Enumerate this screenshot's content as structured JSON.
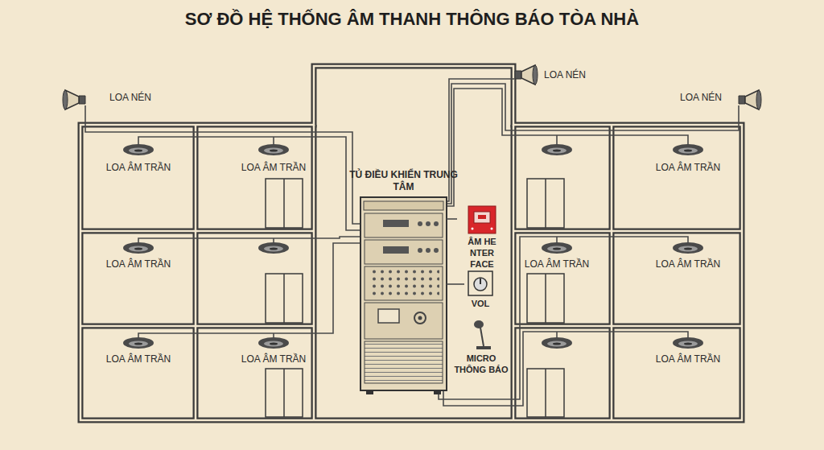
{
  "diagram": {
    "title": "SƠ ĐỒ HỆ THỐNG ÂM THANH THÔNG BÁO TÒA NHÀ",
    "nodes": [
      {
        "text": [
          "TỦ ĐIỀU KHIỂN TRUNG TÂM"
        ]
      },
      {
        "text": [
          "ÂM HE NTER FACE"
        ]
      },
      {
        "text": [
          "VOL"
        ]
      },
      {
        "text": [
          "MICRO THÔNG BÁO"
        ]
      }
    ],
    "edges": [
      {
        "from": 0,
        "to": 1,
        "arrow": "none"
      },
      {
        "from": 0,
        "to": 2,
        "arrow": "none"
      }
    ],
    "labels": [
      "LOA NÉN",
      "LOA NÉN",
      "LOA NÉN",
      "LOA ÂM TRẦN",
      "LOA ÂM TRẦN",
      "LOA ÂM TRẦN",
      "LOA ÂM TRẦN",
      "LOA ÂM TRẦN",
      "LOA ÂM TRẦN",
      "LOA ÂM TRẦN",
      "LOA ÂM TRẦN",
      "LOA ÂM TRẦN"
    ]
  }
}
